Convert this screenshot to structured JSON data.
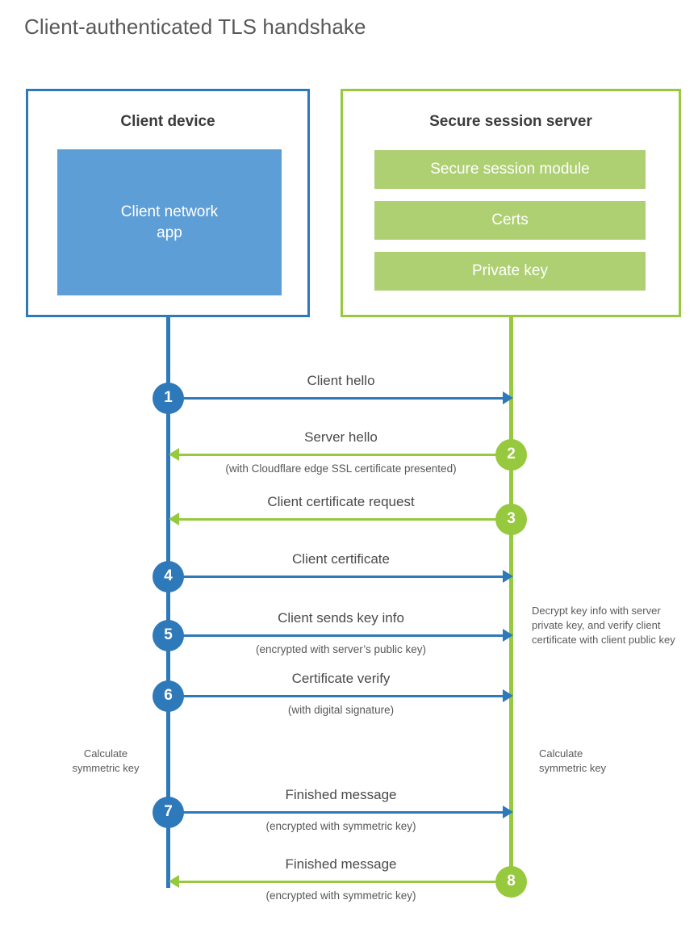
{
  "title": "Client-authenticated TLS handshake",
  "colors": {
    "blue_dark": "#2e79b9",
    "blue_light": "#5e9ed6",
    "green_dark": "#96c93d",
    "green_light": "#aed073",
    "text": "#4a4a4a",
    "title": "#58595b"
  },
  "entities": {
    "client": {
      "title": "Client device",
      "app_label": "Client network\napp"
    },
    "server": {
      "title": "Secure session server",
      "components": [
        "Secure session module",
        "Certs",
        "Private key"
      ]
    }
  },
  "steps": [
    {
      "number": "1",
      "direction": "right",
      "actor": "client",
      "label": "Client hello",
      "sublabel": ""
    },
    {
      "number": "2",
      "direction": "left",
      "actor": "server",
      "label": "Server hello",
      "sublabel": "(with Cloudflare edge SSL certificate presented)"
    },
    {
      "number": "3",
      "direction": "left",
      "actor": "server",
      "label": "Client certificate request",
      "sublabel": ""
    },
    {
      "number": "4",
      "direction": "right",
      "actor": "client",
      "label": "Client certificate",
      "sublabel": ""
    },
    {
      "number": "5",
      "direction": "right",
      "actor": "client",
      "label": "Client sends key info",
      "sublabel": "(encrypted with server’s public key)"
    },
    {
      "number": "6",
      "direction": "right",
      "actor": "client",
      "label": "Certificate verify",
      "sublabel": "(with digital signature)"
    },
    {
      "number": "7",
      "direction": "right",
      "actor": "client",
      "label": "Finished message",
      "sublabel": "(encrypted with symmetric key)"
    },
    {
      "number": "8",
      "direction": "left",
      "actor": "server",
      "label": "Finished message",
      "sublabel": "(encrypted with symmetric key)"
    }
  ],
  "annotations": {
    "server_decrypt": "Decrypt key info with server private key, and verify client certificate with client public key",
    "client_calculate": "Calculate\nsymmetric key",
    "server_calculate": "Calculate\nsymmetric key"
  }
}
